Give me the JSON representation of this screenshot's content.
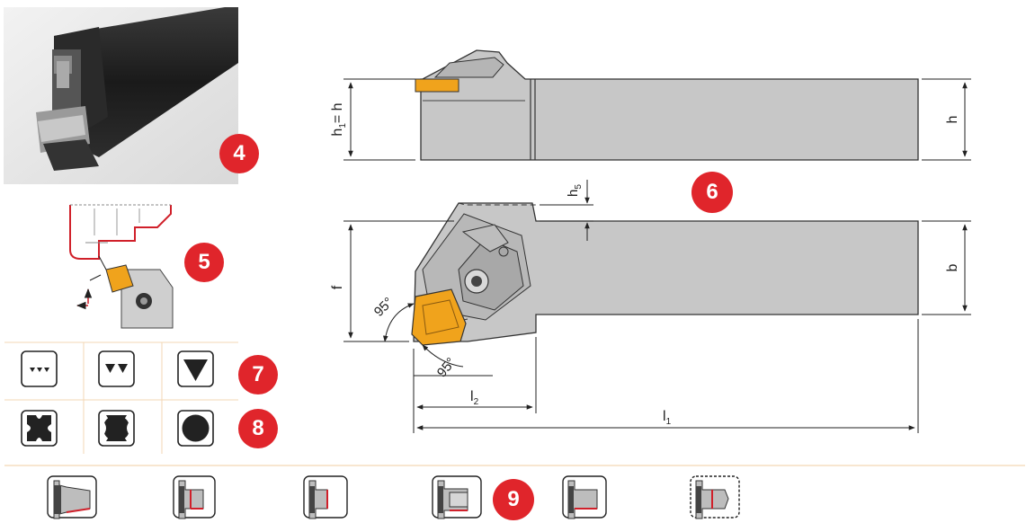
{
  "badges": {
    "b4": "4",
    "b5": "5",
    "b6": "6",
    "b7": "7",
    "b8": "8",
    "b9": "9"
  },
  "drawing": {
    "dims": {
      "h1": "h",
      "h1_sub": "1",
      "h1_eq": "= h",
      "h": "h",
      "h5": "h",
      "h5_sub": "5",
      "f": "f",
      "b": "b",
      "angle_side": "95°",
      "angle_front": "95°",
      "l2": "l",
      "l2_sub": "2",
      "l1": "l",
      "l1_sub": "1"
    }
  },
  "colors": {
    "badge": "#e0252b",
    "insert": "#f0a31c",
    "holder_gray": "#c7c7c7",
    "divider": "#f3d7b4",
    "red_line": "#d0202a"
  },
  "icons": {
    "row7": [
      "three-small-triangles-icon",
      "two-triangles-icon",
      "large-triangle-icon"
    ],
    "row8": [
      "cross-notch-circle-icon",
      "double-notch-circle-icon",
      "full-circle-icon"
    ],
    "row9": [
      "holder-shank-icon",
      "holder-bore-icon",
      "holder-step-icon",
      "holder-cylinder-icon",
      "holder-long-icon",
      "holder-dashed-icon"
    ]
  }
}
